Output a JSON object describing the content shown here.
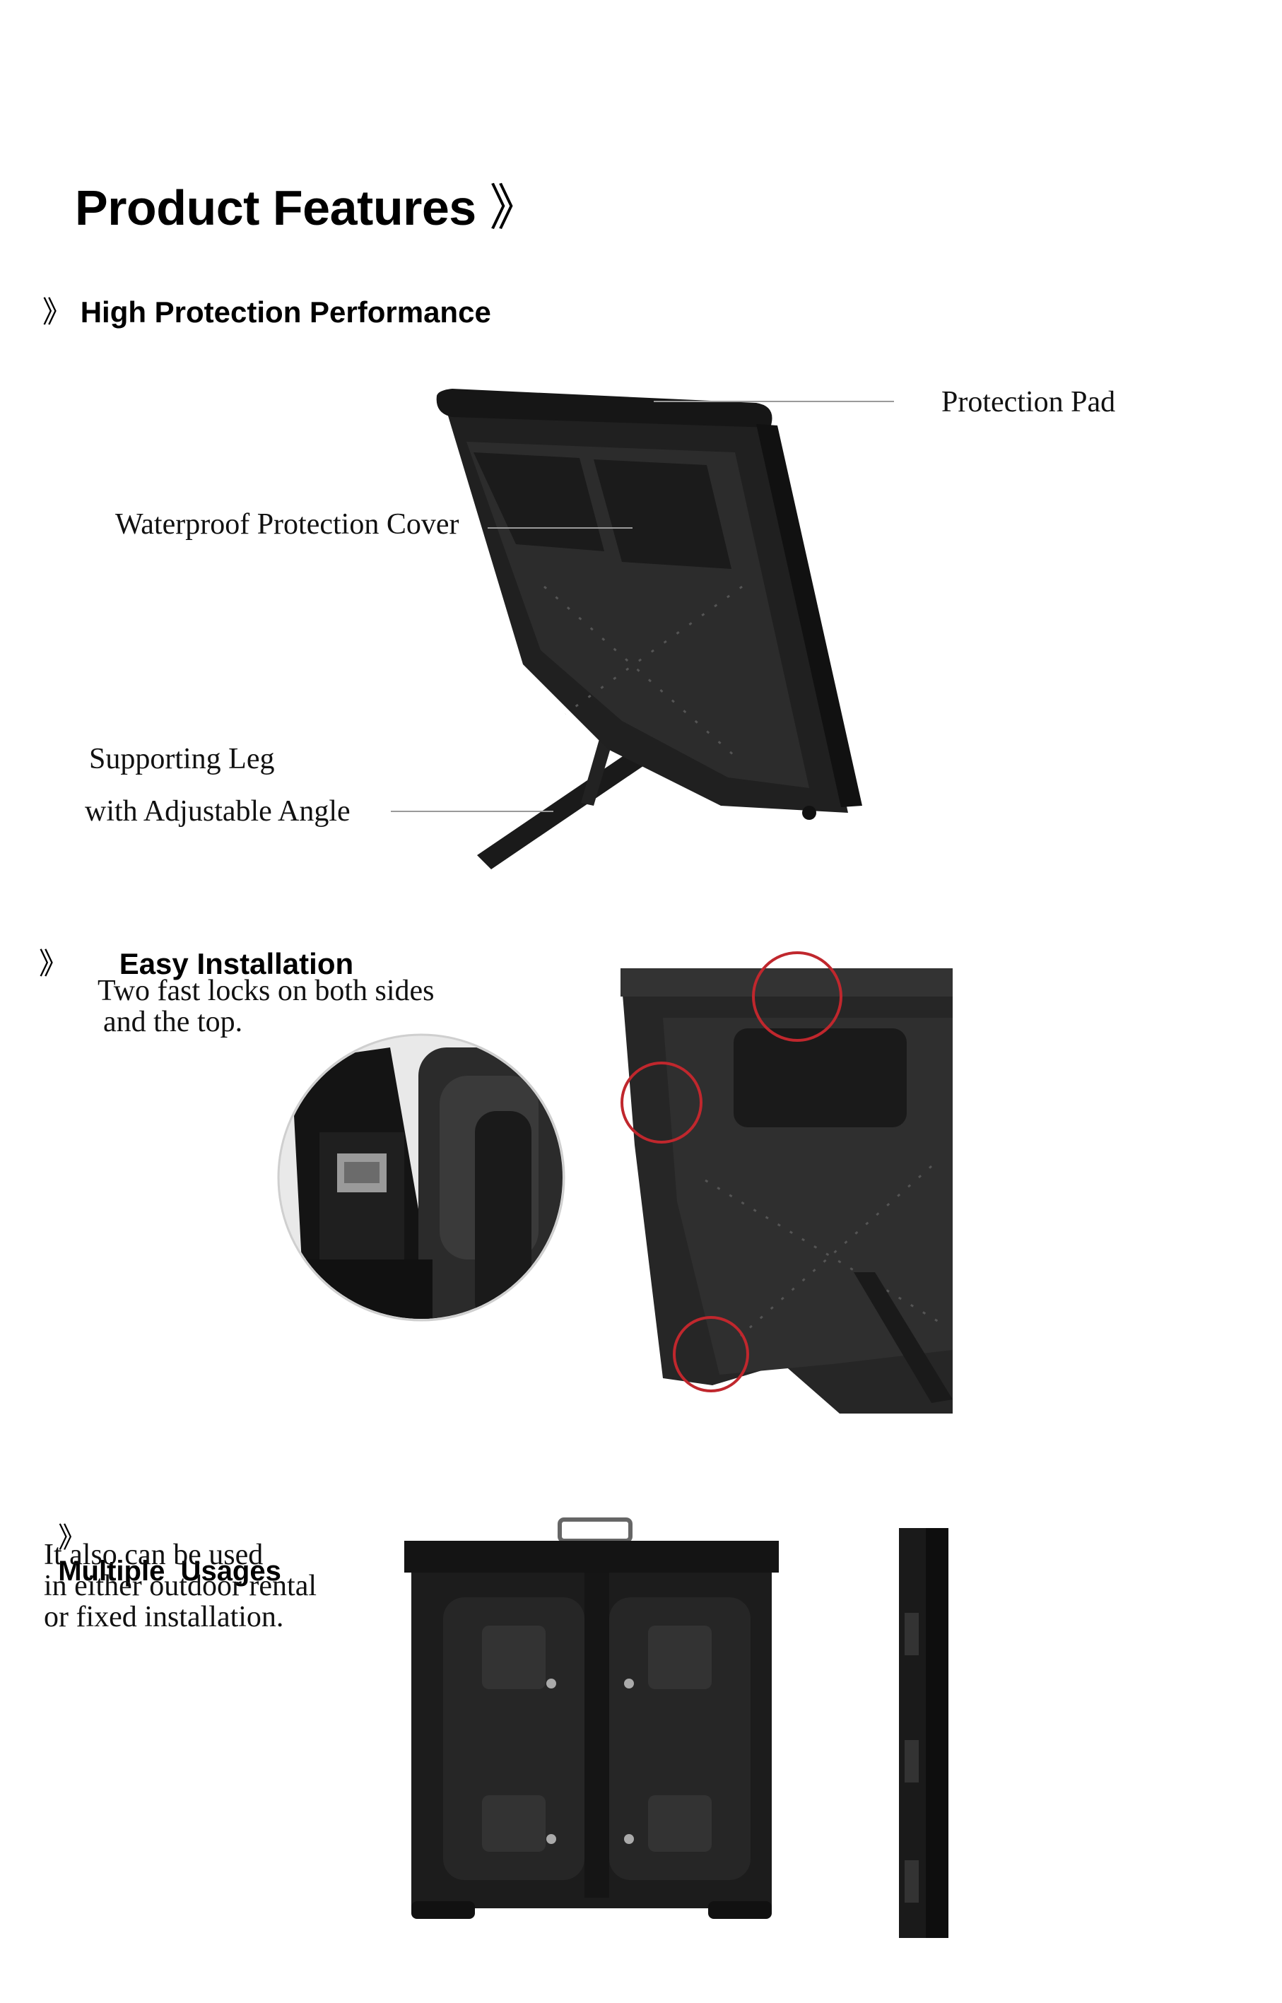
{
  "page_title": "Product Features",
  "title_chevron": "》",
  "section_chevron": "》",
  "sections": {
    "protection": {
      "heading": "High Protection Performance",
      "callouts": {
        "protection_pad": "Protection Pad",
        "waterproof_cover": "Waterproof Protection Cover",
        "supporting_leg_line1": "Supporting Leg",
        "supporting_leg_line2": "with Adjustable Angle"
      }
    },
    "installation": {
      "heading": "Easy Installation",
      "desc_line1": "Two fast locks on both sides",
      "desc_line2": "and the top."
    },
    "usages": {
      "heading": "Multiple  Usages",
      "desc_line1": "It also can be used",
      "desc_line2": "in either outdoor rental",
      "desc_line3": "or fixed installation."
    }
  },
  "colors": {
    "text": "#000000",
    "cabinet": "#1c1c1c",
    "highlight_circle": "#c0272d",
    "leader_line": "#9a9a9a"
  }
}
